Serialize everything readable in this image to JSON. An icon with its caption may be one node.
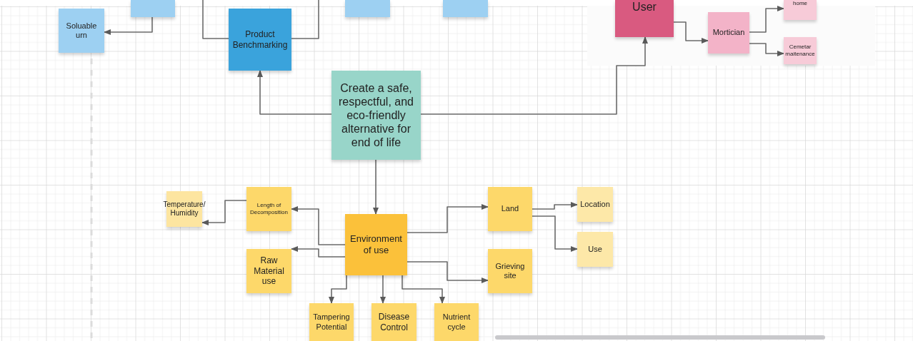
{
  "diagram": {
    "nodes": [
      {
        "text": [
          "Soluable urn"
        ]
      },
      {
        "text": [],
        "shape": "box"
      },
      {
        "text": [
          "Product Benchmarking"
        ]
      },
      {
        "text": [],
        "shape": "box"
      },
      {
        "text": [],
        "shape": "box"
      },
      {
        "text": [
          "Create a safe, respectful, and eco-friendly alternative for end of life"
        ]
      },
      {
        "text": [
          "User"
        ]
      },
      {
        "text": [
          "Mortician"
        ]
      },
      {
        "text": [
          "home"
        ]
      },
      {
        "text": [
          "Cemetar maitenance"
        ]
      },
      {
        "text": [
          "Temperature/ Humidity"
        ]
      },
      {
        "text": [
          "Length of Decomposition"
        ]
      },
      {
        "text": [
          "Raw Material use"
        ]
      },
      {
        "text": [
          "Environment of use"
        ]
      },
      {
        "text": [
          "Land"
        ]
      },
      {
        "text": [
          "Location"
        ]
      },
      {
        "text": [
          "Use"
        ]
      },
      {
        "text": [
          "Grieving site"
        ]
      },
      {
        "text": [
          "Tampering Potential"
        ]
      },
      {
        "text": [
          "Disease Control"
        ]
      },
      {
        "text": [
          "Nutrient cycle"
        ]
      }
    ],
    "edges": [
      {
        "from": 1,
        "to": 0,
        "arrow": "to"
      },
      {
        "from": null,
        "to": 2,
        "arrow": "none"
      },
      {
        "from": null,
        "to": 2,
        "arrow": "none"
      },
      {
        "from": 5,
        "to": 2,
        "arrow": "to"
      },
      {
        "from": 5,
        "to": 6,
        "arrow": "to"
      },
      {
        "from": 6,
        "to": 7,
        "arrow": "to"
      },
      {
        "from": 7,
        "to": 8,
        "arrow": "to"
      },
      {
        "from": 7,
        "to": 9,
        "arrow": "to"
      },
      {
        "from": 5,
        "to": 13,
        "arrow": "to"
      },
      {
        "from": 13,
        "to": 11,
        "arrow": "to"
      },
      {
        "from": 13,
        "to": 12,
        "arrow": "to"
      },
      {
        "from": 11,
        "to": 10,
        "arrow": "to"
      },
      {
        "from": 13,
        "to": 14,
        "arrow": "to"
      },
      {
        "from": 13,
        "to": 17,
        "arrow": "to"
      },
      {
        "from": 13,
        "to": 18,
        "arrow": "to"
      },
      {
        "from": 13,
        "to": 19,
        "arrow": "to"
      },
      {
        "from": 13,
        "to": 20,
        "arrow": "to"
      },
      {
        "from": 14,
        "to": 15,
        "arrow": "to"
      },
      {
        "from": 14,
        "to": 16,
        "arrow": "to"
      }
    ]
  }
}
